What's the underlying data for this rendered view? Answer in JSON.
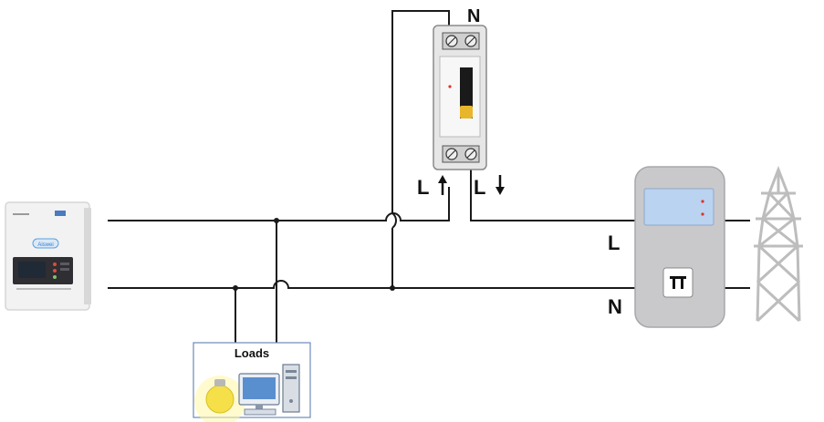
{
  "labels": {
    "neutral_top": "N",
    "live_in": "L",
    "live_out": "L",
    "grid_live": "L",
    "grid_neutral": "N",
    "loads_title": "Loads",
    "inverter_brand": "Aiswei"
  },
  "colors": {
    "wire": "#1a1a1a",
    "meter_body": "#c9c9cc",
    "meter_screen": "#b9d3f0",
    "pylon": "#bdbdbd",
    "breaker_handle": "#1a1a1a",
    "breaker_toggle": "#e8b62a",
    "loads_border": "#6b8bb8",
    "bulb": "#f5e04a"
  },
  "icons": {
    "inverter": "solar-inverter-icon",
    "breaker": "circuit-breaker-icon",
    "meter": "energy-meter-icon",
    "pylon": "power-pylon-icon",
    "bulb": "light-bulb-icon",
    "computer": "desktop-computer-icon",
    "arrow_up": "arrow-up-icon",
    "arrow_down": "arrow-down-icon"
  }
}
